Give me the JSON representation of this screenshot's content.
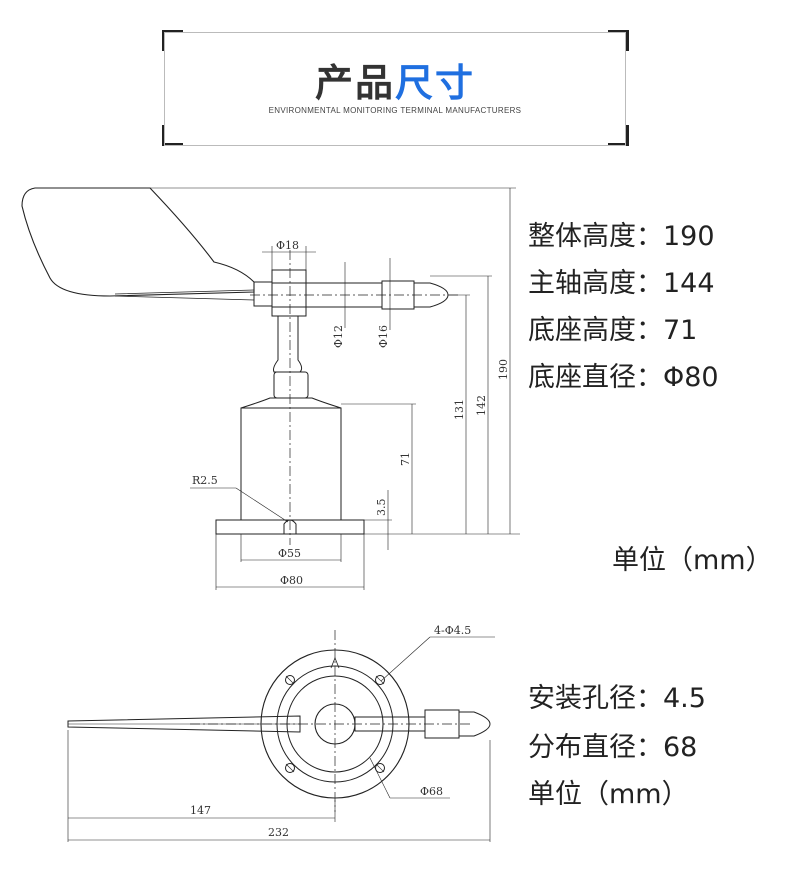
{
  "header": {
    "title_part1": "产品",
    "title_part2": "尺寸",
    "subtitle": "ENVIRONMENTAL MONITORING TERMINAL MANUFACTURERS"
  },
  "side_specs": {
    "items": [
      {
        "label": "整体高度：",
        "value": "190"
      },
      {
        "label": "主轴高度：",
        "value": "144"
      },
      {
        "label": "底座高度：",
        "value": "71"
      },
      {
        "label": "底座直径：",
        "value": "Φ80"
      }
    ],
    "unit": "单位（mm）"
  },
  "top_specs": {
    "items": [
      {
        "label": "安装孔径：",
        "value": "4.5"
      },
      {
        "label": "分布直径：",
        "value": "68"
      }
    ],
    "unit": "单位（mm）"
  },
  "side_dims": {
    "d18": "Φ18",
    "d12": "Φ12",
    "d16": "Φ16",
    "h190": "190",
    "h142": "142",
    "h131": "131",
    "h71": "71",
    "h3_5": "3.5",
    "r2_5": "R2.5",
    "d55": "Φ55",
    "d80": "Φ80"
  },
  "top_dims": {
    "holes": "4-Φ4.5",
    "d68": "Φ68",
    "l147": "147",
    "l232": "232"
  }
}
